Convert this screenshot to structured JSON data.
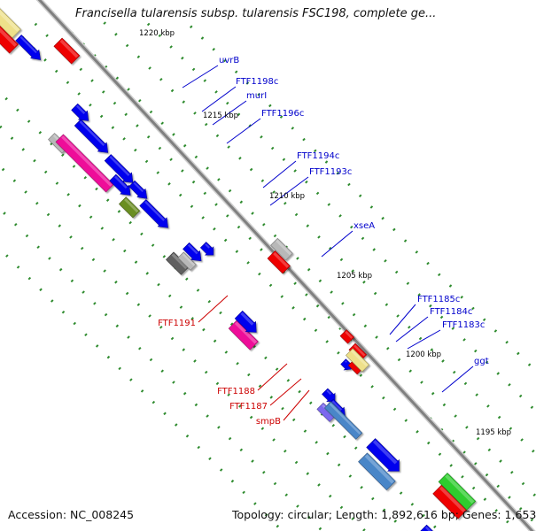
{
  "title": "Francisella tularensis subsp. tularensis FSC198, complete ge...",
  "footer": {
    "accession": "Accession: NC_008245",
    "topology": "Topology: circular; Length: 1,892,616 bp; Genes: 1,653"
  },
  "colors": {
    "backbone": "#808080",
    "tick": "#2e8b2e",
    "blue": "#0000ee",
    "red": "#ee0000",
    "magenta": "#ee1199",
    "gray": "#b8b8b8",
    "darkgray": "#606060",
    "olive": "#6b8e23",
    "steel": "#4a86c8",
    "purple": "#7b68ee",
    "yellow": "#eee08a",
    "green": "#2ecc2e",
    "label_blue": "#0000cc",
    "label_red": "#cc0000"
  },
  "scale_labels": [
    "1220 kbp",
    "1215 kbp",
    "1210 kbp",
    "1205 kbp",
    "1200 kbp",
    "1195 kbp"
  ],
  "gene_labels": [
    {
      "text": "uvrB",
      "color": "label_blue"
    },
    {
      "text": "FTF1198c",
      "color": "label_blue"
    },
    {
      "text": "murI",
      "color": "label_blue"
    },
    {
      "text": "FTF1196c",
      "color": "label_blue"
    },
    {
      "text": "FTF1194c",
      "color": "label_blue"
    },
    {
      "text": "FTF1193c",
      "color": "label_blue"
    },
    {
      "text": "xseA",
      "color": "label_blue"
    },
    {
      "text": "FTF1185c",
      "color": "label_blue"
    },
    {
      "text": "FTF1184c",
      "color": "label_blue"
    },
    {
      "text": "FTF1183c",
      "color": "label_blue"
    },
    {
      "text": "ggt",
      "color": "label_blue"
    },
    {
      "text": "FTF1191",
      "color": "label_red"
    },
    {
      "text": "FTF1188",
      "color": "label_red"
    },
    {
      "text": "FTF1187",
      "color": "label_red"
    },
    {
      "text": "smpB",
      "color": "label_red"
    }
  ],
  "features": [
    {
      "color": "yellow"
    },
    {
      "color": "red"
    },
    {
      "color": "blue"
    },
    {
      "color": "red"
    },
    {
      "color": "blue"
    },
    {
      "color": "gray"
    },
    {
      "color": "magenta"
    },
    {
      "color": "blue"
    },
    {
      "color": "blue"
    },
    {
      "color": "blue"
    },
    {
      "color": "olive"
    },
    {
      "color": "blue"
    },
    {
      "color": "blue"
    },
    {
      "color": "darkgray"
    },
    {
      "color": "gray"
    },
    {
      "color": "blue"
    },
    {
      "color": "blue"
    },
    {
      "color": "magenta"
    },
    {
      "color": "blue"
    },
    {
      "color": "red"
    },
    {
      "color": "gray"
    },
    {
      "color": "purple"
    },
    {
      "color": "blue"
    },
    {
      "color": "blue"
    },
    {
      "color": "steel"
    },
    {
      "color": "blue"
    },
    {
      "color": "red"
    },
    {
      "color": "red"
    },
    {
      "color": "red"
    },
    {
      "color": "yellow"
    },
    {
      "color": "steel"
    },
    {
      "color": "blue"
    },
    {
      "color": "red"
    },
    {
      "color": "green"
    },
    {
      "color": "blue"
    },
    {
      "color": "blue"
    }
  ]
}
